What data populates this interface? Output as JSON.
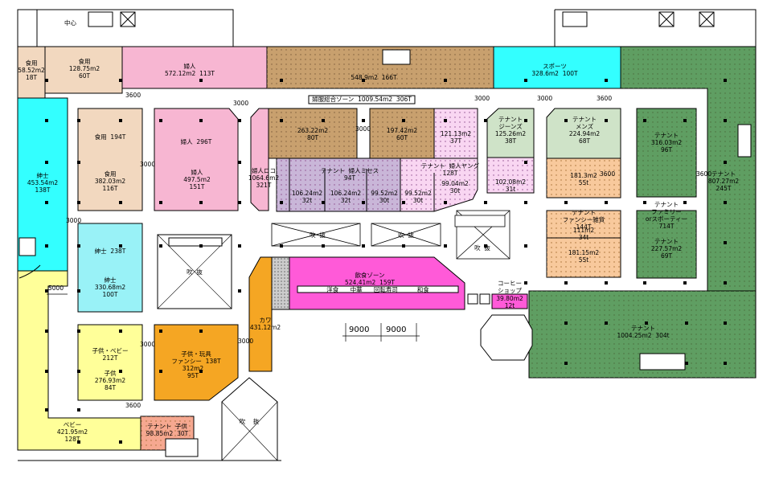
{
  "labels": {
    "center_top": "中心",
    "food_small": "食用\n58.52m2\n18T",
    "food_top": "食用\n128.75m2\n60T",
    "womens_top": "婦人\n572.12m2  113T",
    "zone_548": "548.9m2  166T",
    "sports": "スポーツ\n328.6m2  100T",
    "ladies_zone": "婦服総合ゾーン  1009.54m2  306T",
    "food_194": "食用  194T",
    "food_mid": "食用\n382.03m2\n116T",
    "womens_296": "婦人  296T",
    "womens_mid": "婦人\n497.5m2\n151T",
    "womens_kawa": "婦人ロコ\n1064.6m2\n321T",
    "t_263": "263.22m2\n80T",
    "t_197": "197.42m2\n60T",
    "t_121": "121.13m2\n37T",
    "jeans": "テナント\nジーンズ\n125.26m2\n38T",
    "mens": "テナント\nメンズ\n224.94m2\n68T",
    "tenant_96t": "テナント\n316.03m2\n96T",
    "misses": "テナント  婦人ミセス\n94T",
    "young": "テナント  婦人ヤング\n128T",
    "t_10624_a": "106.24m2\n32t",
    "t_10624_b": "106.24m2\n32t",
    "t_9952": "99.52m2\n30t",
    "t_9952b": "99.52m2\n30t",
    "t_9004": "99.04m2\n30t",
    "t_102": "102.08m2\n31t",
    "t_181": "181.3m2\n55t",
    "gents_left": "紳士\n453.54m2\n138T",
    "tenant_245": "テナント\n807.27m2\n245T",
    "fancy": "テナント\nファンシー雑貨\n144T",
    "family": "テナント\nファミリー\norスポーティー\n714T",
    "t_111": "111m2\n34t",
    "t_18115": "181.15m2\n55t",
    "tenant_69t": "テナント\n227.57m2\n69T",
    "gents_238": "紳士  238T",
    "gents_mid": "紳士\n330.68m2\n100T",
    "food_zone": "飲食ゾーン\n524.41m2  159T",
    "food_row": "洋食      中華      回転寿司          和食",
    "coffee": "コーヒー\nショップ",
    "t_3980": "39.80m2\n12t",
    "tenant_304": "テナント\n1004.25m2  304t",
    "kids_baby": "子供・ベビー\n212T",
    "kids_mid": "子供\n276.93m2\n84T",
    "kids_fancy": "子供・玩具\nファンシー  138T",
    "kids_fancy2": "312m2\n95T",
    "kawa_431": "カワ\n431.12m2",
    "baby": "ベビー\n421.95m2\n128T",
    "tenant_30t": "テナント  子供\n98.85m2  30T",
    "void1": "吹  抜",
    "void2": "吹  抜",
    "void3": "吹  抜",
    "void4": "吹  抜",
    "void5": "吹    抜",
    "void6": "吹  抜",
    "dim_3000_a": "3000",
    "dim_3000_b": "3000",
    "dim_3000_c": "3000",
    "dim_3000_d": "3000",
    "dim_3000_e": "3000",
    "dim_3000_f": "3000",
    "dim_3000_g": "3000",
    "dim_3000_h": "3000",
    "dim_3600_a": "3600",
    "dim_3600_b": "3600",
    "dim_3600_c": "3600",
    "dim_3600_d": "3600",
    "dim_3600_e": "3600",
    "dim_5000": "5000",
    "dim_9000_a": "9000",
    "dim_9000_b": "9000"
  },
  "colors": {
    "tan": "#f2d8bf",
    "pink": "#f7b6d2",
    "brown": "#c8a06e",
    "cyan": "#33ffff",
    "light_cyan": "#99f2f7",
    "yellow": "#ffff99",
    "orange": "#f5a623",
    "green": "#5f9e62",
    "magenta": "#ff5ad8",
    "purple": "#c9b6d8",
    "light_pink": "#f9d6f2",
    "light_green": "#cfe3c8",
    "peach": "#f8c99c",
    "salmon": "#f6a890"
  }
}
